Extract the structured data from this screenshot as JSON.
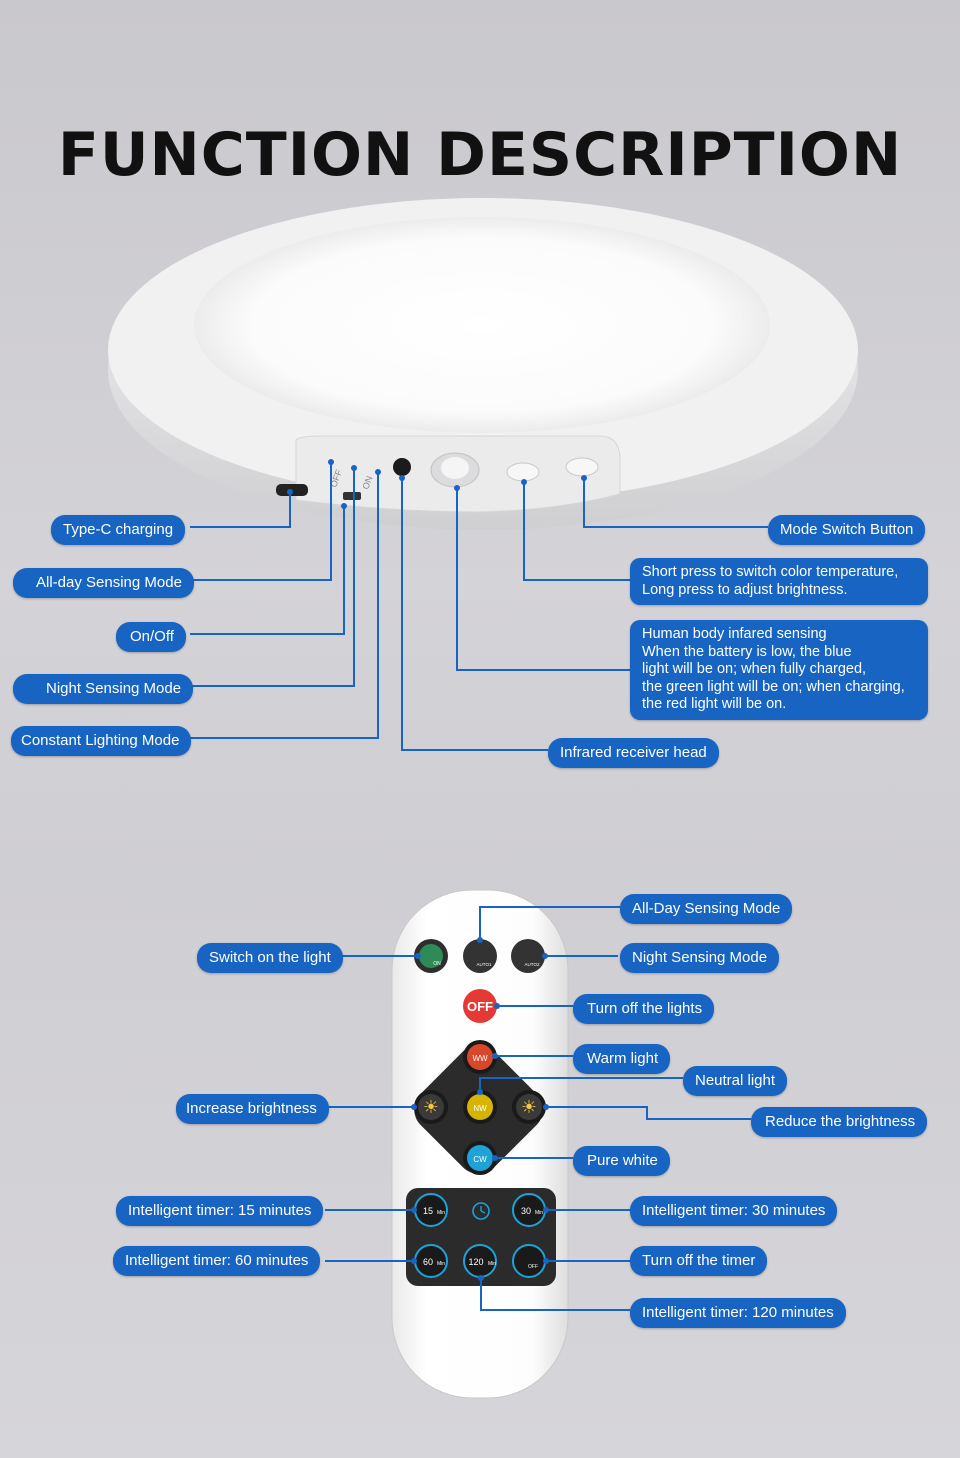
{
  "title": "FUNCTION DESCRIPTION",
  "colors": {
    "label_bg": "#1764c2",
    "line": "#1764c2",
    "off_button": "#e53935",
    "on_button": "#2e8b57",
    "cw_button": "#1fa2d6",
    "ww_button": "#d9472b",
    "nw_button": "#d6b400"
  },
  "light_labels": {
    "type_c": "Type-C charging",
    "all_day": "All-day Sensing Mode",
    "on_off": "On/Off",
    "night": "Night Sensing Mode",
    "constant": "Constant Lighting Mode",
    "mode_switch": "Mode Switch Button",
    "short_press": "Short press to switch color temperature,\nLong press to adjust brightness.",
    "infrared_sensing": "Human body infared sensing\nWhen the battery is low, the blue\nlight will be on; when fully charged,\nthe green light will be on; when charging,\nthe red light will be on.",
    "ir_receiver": "Infrared receiver head"
  },
  "light_switch_text": {
    "off": "OFF",
    "on": "ON"
  },
  "remote_labels": {
    "all_day": "All-Day Sensing Mode",
    "switch_on": "Switch on the light",
    "night": "Night Sensing Mode",
    "turn_off": "Turn off the lights",
    "warm": "Warm light",
    "neutral": "Neutral light",
    "increase": "Increase brightness",
    "reduce": "Reduce the brightness",
    "pure_white": "Pure white",
    "t15": "Intelligent timer: 15 minutes",
    "t30": "Intelligent timer: 30 minutes",
    "t60": "Intelligent timer: 60 minutes",
    "timer_off": "Turn off the timer",
    "t120": "Intelligent timer: 120 minutes"
  },
  "remote_buttons": {
    "off": "OFF",
    "ww": "WW",
    "nw": "NW",
    "cw": "CW",
    "on_sub": "ON",
    "auto1": "AUTO1",
    "auto2": "AUTO2",
    "t15": "15",
    "t30": "30",
    "t60": "60",
    "t120": "120",
    "min": "Min",
    "timer_off_sub": "OFF"
  }
}
